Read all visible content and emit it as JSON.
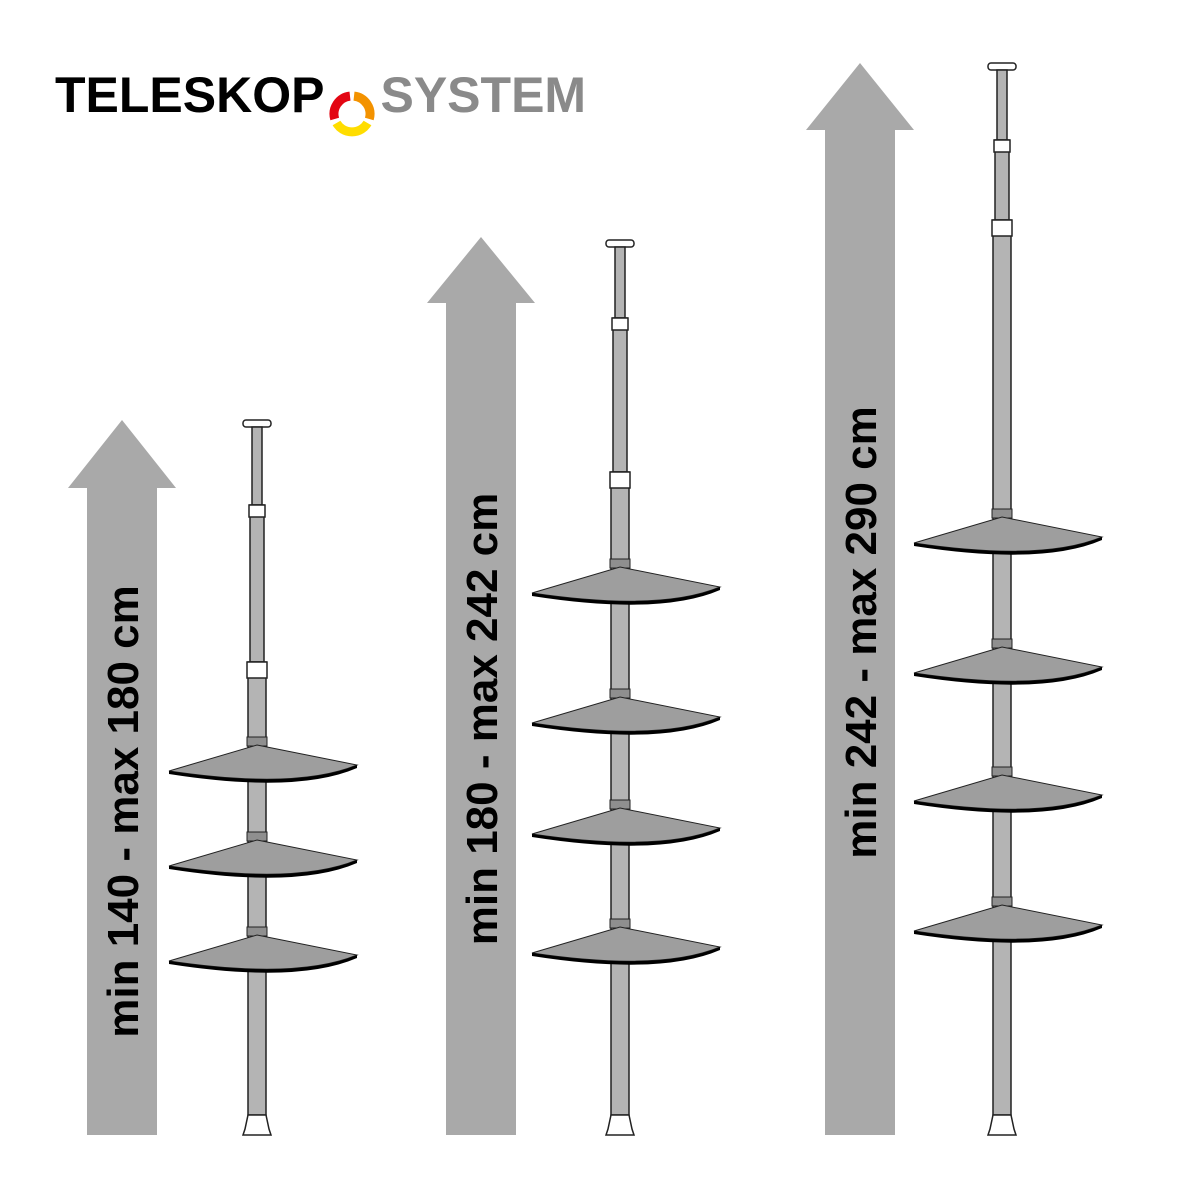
{
  "logo": {
    "word1": "TELESKOP",
    "word2": "SYSTEM",
    "ring_colors": [
      "#e30613",
      "#f39200",
      "#ffdd00"
    ]
  },
  "colors": {
    "arrow": "#a9a9a9",
    "pole": "#b4b4b4",
    "shelf": "#9e9e9e",
    "edge": "#000000"
  },
  "variants": [
    {
      "label": "min 140 - max 180 cm",
      "shelves": 3
    },
    {
      "label": "min 180 - max 242 cm",
      "shelves": 4
    },
    {
      "label": "min 242 - max 290 cm",
      "shelves": 4
    }
  ]
}
